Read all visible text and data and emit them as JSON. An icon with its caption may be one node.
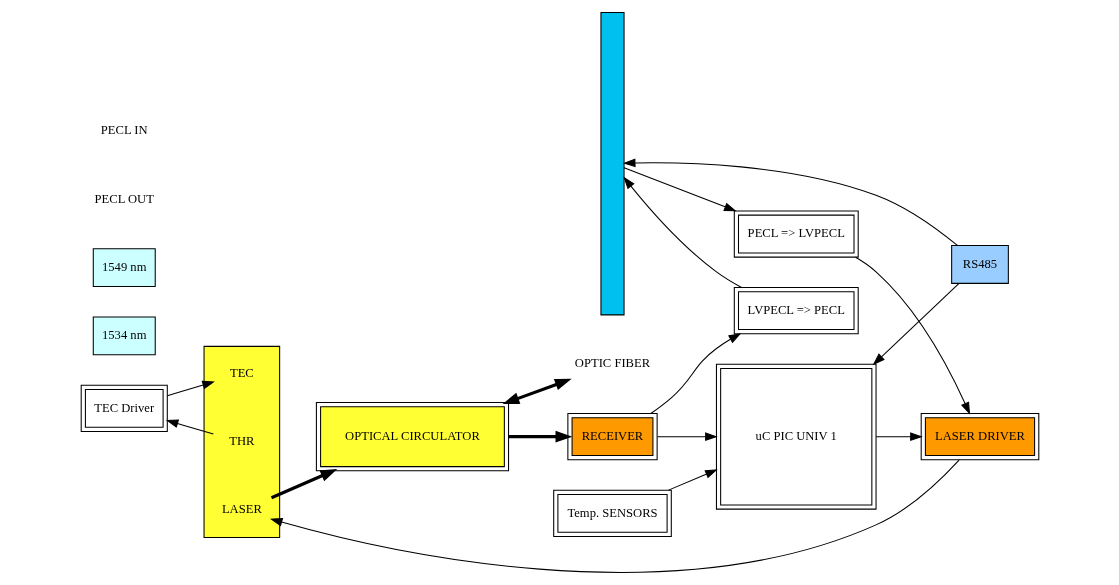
{
  "diagram": {
    "nodes": [
      {
        "text": [],
        "shape": "bar"
      },
      {
        "text": [
          "LVPECL => PECL"
        ]
      },
      {
        "text": [
          "RECEIVER"
        ]
      },
      {
        "text": [
          "1534 nm"
        ]
      },
      {
        "text": [
          "OPTICAL CIRCULATOR"
        ]
      },
      {
        "text": [
          "OPTIC FIBER"
        ]
      },
      {
        "text": [
          "Temp. SENSORS"
        ]
      },
      {
        "text": [
          "RS485"
        ]
      },
      {
        "text": [
          "uC PIC UNIV 1"
        ]
      },
      {
        "text": [
          "TEC Driver"
        ]
      },
      {
        "text": [],
        "shape": "box"
      },
      {
        "text": [
          "TEC"
        ],
        "in": 10
      },
      {
        "text": [
          "THR"
        ],
        "in": 10
      },
      {
        "text": [
          "LASER"
        ],
        "in": 10
      },
      {
        "text": [
          "1549 nm"
        ]
      },
      {
        "text": [
          "PECL => LVPECL"
        ]
      },
      {
        "text": [
          "LASER DRIVER"
        ]
      }
    ],
    "edges": [
      {
        "from": 2,
        "to": 1,
        "arrow": "to"
      },
      {
        "from": 1,
        "to": 0,
        "arrow": "to"
      },
      {
        "from": 4,
        "to": 2,
        "arrow": "to",
        "style": "thick"
      },
      {
        "from": 4,
        "to": 5,
        "arrow": "both",
        "style": "thick"
      },
      {
        "from": 2,
        "to": 8,
        "arrow": "to"
      },
      {
        "from": 7,
        "to": 0,
        "arrow": "to"
      },
      {
        "from": 7,
        "to": 8,
        "arrow": "to"
      },
      {
        "from": 6,
        "to": 8,
        "arrow": "to"
      },
      {
        "from": 9,
        "to": 11,
        "arrow": "to"
      },
      {
        "from": 12,
        "to": 9,
        "arrow": "to"
      },
      {
        "from": 8,
        "to": 16,
        "arrow": "to"
      },
      {
        "from": 0,
        "to": 15,
        "arrow": "to"
      },
      {
        "from": 15,
        "to": 16,
        "arrow": "to"
      },
      {
        "from": 16,
        "to": 13,
        "arrow": "to"
      },
      {
        "from": 13,
        "to": 4,
        "arrow": "to",
        "style": "thick"
      }
    ],
    "labels": [
      "PECL OUT",
      "PECL IN"
    ]
  }
}
